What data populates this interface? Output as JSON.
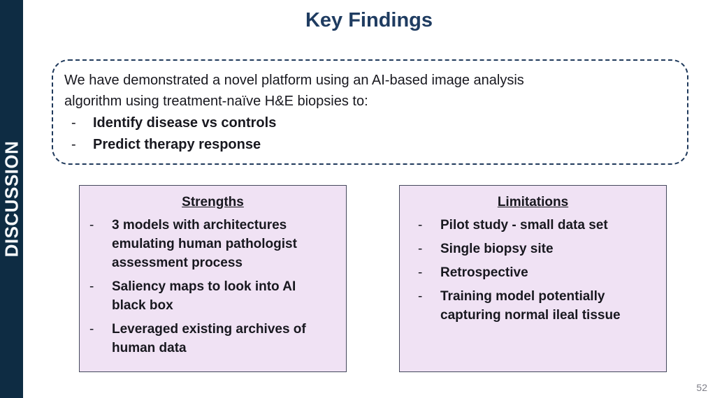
{
  "slide": {
    "sidebar_label": "DISCUSSION",
    "title": "Key Findings",
    "bullet_marker": "-",
    "page_number": "52",
    "summary_box": {
      "intro": "We have demonstrated a novel platform using an AI-based image analysis algorithm using treatment-naïve H&E biopsies to:",
      "bullets": [
        "Identify disease vs controls",
        "Predict therapy response"
      ]
    },
    "strengths_box": {
      "title": "Strengths",
      "bullets": [
        "3 models with architectures emulating human pathologist assessment process",
        "Saliency maps to look into AI black box",
        "Leveraged existing archives of human data"
      ]
    },
    "limitations_box": {
      "title": "Limitations",
      "bullets": [
        "Pilot study - small data set",
        "Single biopsy site",
        "Retrospective",
        "Training model potentially capturing normal ileal tissue"
      ]
    },
    "colors": {
      "sidebar_bg": "#0E2C43",
      "title_text": "#1F3C61",
      "dashed_border": "#203A5C",
      "box_bg": "#F0E2F4",
      "box_border": "#44485C",
      "body_text": "#18181F",
      "page_number_text": "#7E7E88"
    }
  }
}
